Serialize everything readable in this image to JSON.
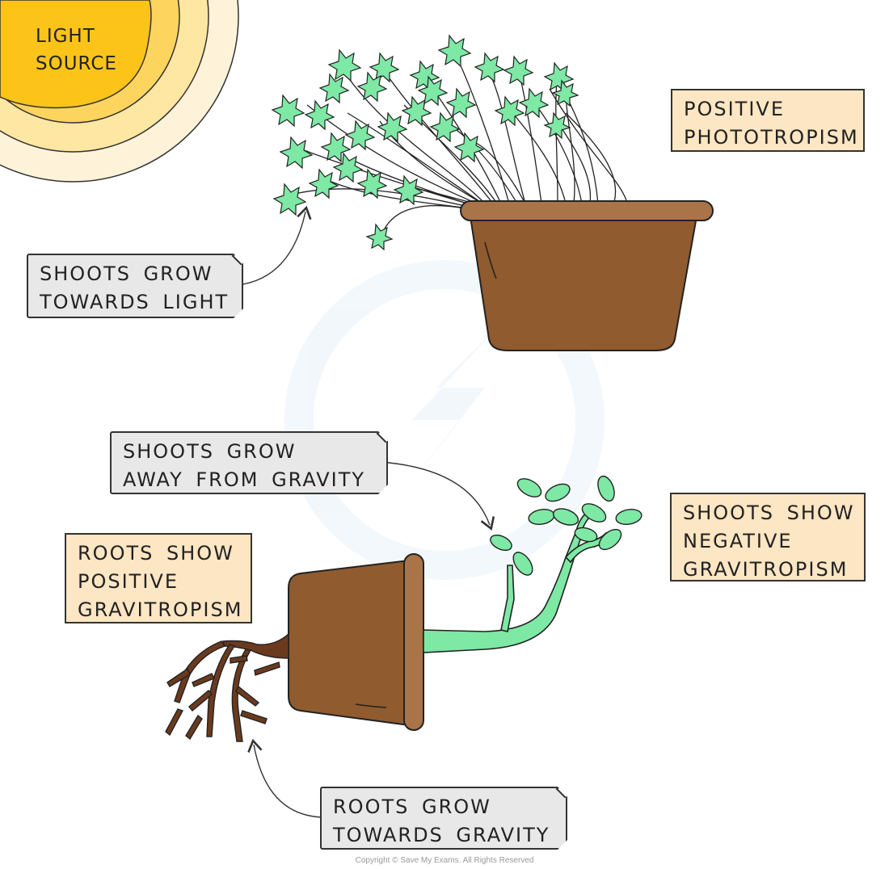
{
  "sun": {
    "line1": "LIGHT",
    "line2": "SOURCE"
  },
  "labels": {
    "positive_phototropism": [
      "POSITIVE",
      "PHOTOTROPISM"
    ],
    "shoots_towards_light": [
      "SHOOTS GROW",
      "TOWARDS LIGHT"
    ],
    "shoots_away_gravity": [
      "SHOOTS GROW",
      "AWAY FROM GRAVITY"
    ],
    "shoots_negative_gravitropism": [
      "SHOOTS SHOW",
      "NEGATIVE",
      "GRAVITROPISM"
    ],
    "roots_positive_gravitropism": [
      "ROOTS SHOW",
      "POSITIVE",
      "GRAVITROPISM"
    ],
    "roots_towards_gravity": [
      "ROOTS GROW",
      "TOWARDS GRAVITY"
    ]
  },
  "copyright": "Copyright © Save My Exams. All Rights Reserved",
  "colors": {
    "sun_core": "#fcc419",
    "sun_ring1": "#fdd45e",
    "sun_ring2": "#fee6a3",
    "sun_ring3": "#fef3d8",
    "pot": "#8f5b2f",
    "pot_rim": "#a97447",
    "leaf": "#7ee8a5",
    "root": "#6b3a1e",
    "peach_box": "#fde6c3",
    "grey_tag": "#e8e8e8"
  }
}
